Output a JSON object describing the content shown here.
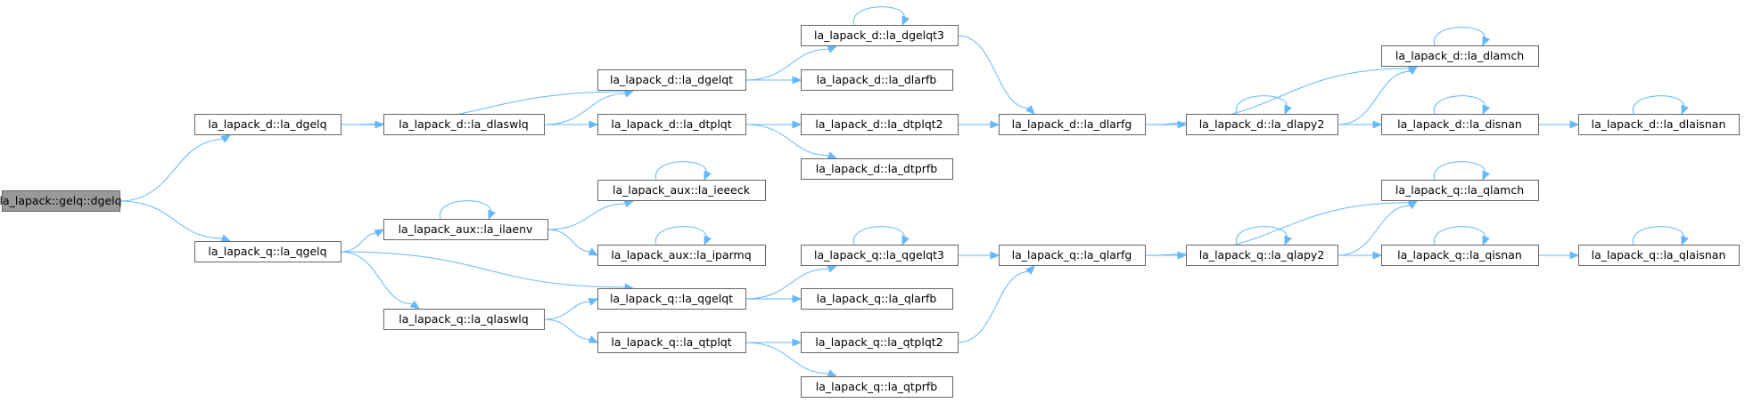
{
  "diagram": {
    "edge_color": "#63b8ff",
    "root_fill": "#999999",
    "node_fill": "#ffffff",
    "node_border": "#666666",
    "nodes": [
      {
        "id": "dgelq",
        "label": "la_lapack::gelq::dgelq",
        "root": true
      },
      {
        "id": "d_dgelq",
        "label": "la_lapack_d::la_dgelq"
      },
      {
        "id": "q_qgelq",
        "label": "la_lapack_q::la_qgelq"
      },
      {
        "id": "d_dlaswlq",
        "label": "la_lapack_d::la_dlaswlq"
      },
      {
        "id": "aux_ilaenv",
        "label": "la_lapack_aux::la_ilaenv"
      },
      {
        "id": "q_qlaswlq",
        "label": "la_lapack_q::la_qlaswlq"
      },
      {
        "id": "d_dgelqt",
        "label": "la_lapack_d::la_dgelqt"
      },
      {
        "id": "d_dtplqt",
        "label": "la_lapack_d::la_dtplqt"
      },
      {
        "id": "aux_ieeeck",
        "label": "la_lapack_aux::la_ieeeck"
      },
      {
        "id": "aux_iparmq",
        "label": "la_lapack_aux::la_iparmq"
      },
      {
        "id": "q_qgelqt",
        "label": "la_lapack_q::la_qgelqt"
      },
      {
        "id": "q_qtplqt",
        "label": "la_lapack_q::la_qtplqt"
      },
      {
        "id": "d_dgelqt3",
        "label": "la_lapack_d::la_dgelqt3"
      },
      {
        "id": "d_dlarfb",
        "label": "la_lapack_d::la_dlarfb"
      },
      {
        "id": "d_dtplqt2",
        "label": "la_lapack_d::la_dtplqt2"
      },
      {
        "id": "d_dtprfb",
        "label": "la_lapack_d::la_dtprfb"
      },
      {
        "id": "q_qgelqt3",
        "label": "la_lapack_q::la_qgelqt3"
      },
      {
        "id": "q_qlarfb",
        "label": "la_lapack_q::la_qlarfb"
      },
      {
        "id": "q_qtplqt2",
        "label": "la_lapack_q::la_qtplqt2"
      },
      {
        "id": "q_qtprfb",
        "label": "la_lapack_q::la_qtprfb"
      },
      {
        "id": "d_dlarfg",
        "label": "la_lapack_d::la_dlarfg"
      },
      {
        "id": "q_qlarfg",
        "label": "la_lapack_q::la_qlarfg"
      },
      {
        "id": "d_dlapy2",
        "label": "la_lapack_d::la_dlapy2"
      },
      {
        "id": "q_qlapy2",
        "label": "la_lapack_q::la_qlapy2"
      },
      {
        "id": "d_dlamch",
        "label": "la_lapack_d::la_dlamch"
      },
      {
        "id": "d_disnan",
        "label": "la_lapack_d::la_disnan"
      },
      {
        "id": "q_qlamch",
        "label": "la_lapack_q::la_qlamch"
      },
      {
        "id": "q_qisnan",
        "label": "la_lapack_q::la_qisnan"
      },
      {
        "id": "d_dlaisnan",
        "label": "la_lapack_d::la_dlaisnan"
      },
      {
        "id": "q_qlaisnan",
        "label": "la_lapack_q::la_qlaisnan"
      }
    ],
    "edges": [
      [
        "dgelq",
        "d_dgelq"
      ],
      [
        "dgelq",
        "q_qgelq"
      ],
      [
        "d_dgelq",
        "d_dgelqt"
      ],
      [
        "d_dgelq",
        "d_dlaswlq"
      ],
      [
        "d_dlaswlq",
        "d_dgelqt"
      ],
      [
        "d_dlaswlq",
        "d_dtplqt"
      ],
      [
        "d_dgelqt",
        "d_dgelqt3"
      ],
      [
        "d_dgelqt",
        "d_dlarfb"
      ],
      [
        "d_dgelqt3",
        "d_dgelqt3"
      ],
      [
        "d_dgelqt3",
        "d_dlarfg"
      ],
      [
        "d_dtplqt",
        "d_dtplqt2"
      ],
      [
        "d_dtplqt",
        "d_dtprfb"
      ],
      [
        "d_dtplqt2",
        "d_dlarfg"
      ],
      [
        "d_dlarfg",
        "d_dlamch"
      ],
      [
        "d_dlarfg",
        "d_dlapy2"
      ],
      [
        "d_dlapy2",
        "d_dlapy2"
      ],
      [
        "d_dlapy2",
        "d_dlamch"
      ],
      [
        "d_dlapy2",
        "d_disnan"
      ],
      [
        "d_dlamch",
        "d_dlamch"
      ],
      [
        "d_disnan",
        "d_disnan"
      ],
      [
        "d_disnan",
        "d_dlaisnan"
      ],
      [
        "d_dlaisnan",
        "d_dlaisnan"
      ],
      [
        "q_qgelq",
        "aux_ilaenv"
      ],
      [
        "q_qgelq",
        "q_qgelqt"
      ],
      [
        "q_qgelq",
        "q_qlaswlq"
      ],
      [
        "aux_ilaenv",
        "aux_ilaenv"
      ],
      [
        "aux_ilaenv",
        "aux_ieeeck"
      ],
      [
        "aux_ilaenv",
        "aux_iparmq"
      ],
      [
        "aux_ieeeck",
        "aux_ieeeck"
      ],
      [
        "aux_iparmq",
        "aux_iparmq"
      ],
      [
        "q_qlaswlq",
        "q_qgelqt"
      ],
      [
        "q_qlaswlq",
        "q_qtplqt"
      ],
      [
        "q_qgelqt",
        "q_qgelqt3"
      ],
      [
        "q_qgelqt",
        "q_qlarfb"
      ],
      [
        "q_qgelqt3",
        "q_qgelqt3"
      ],
      [
        "q_qgelqt3",
        "q_qlarfg"
      ],
      [
        "q_qtplqt",
        "q_qtplqt2"
      ],
      [
        "q_qtplqt",
        "q_qtprfb"
      ],
      [
        "q_qtplqt2",
        "q_qlarfg"
      ],
      [
        "q_qlarfg",
        "q_qlamch"
      ],
      [
        "q_qlarfg",
        "q_qlapy2"
      ],
      [
        "q_qlapy2",
        "q_qlapy2"
      ],
      [
        "q_qlapy2",
        "q_qlamch"
      ],
      [
        "q_qlapy2",
        "q_qisnan"
      ],
      [
        "q_qlamch",
        "q_qlamch"
      ],
      [
        "q_qisnan",
        "q_qisnan"
      ],
      [
        "q_qisnan",
        "q_qlaisnan"
      ],
      [
        "q_qlaisnan",
        "q_qlaisnan"
      ]
    ]
  }
}
